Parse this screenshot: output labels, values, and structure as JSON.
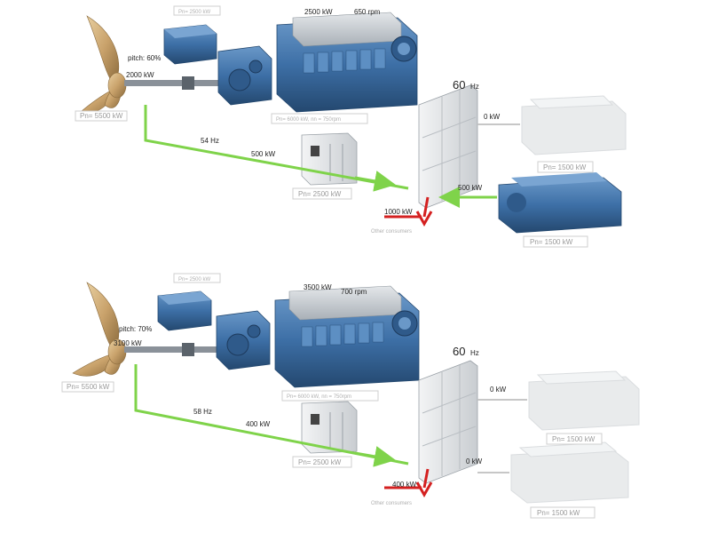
{
  "colors": {
    "engine_blue": "#3d6fa6",
    "engine_blue_dark": "#24486f",
    "engine_grey": "#b8bfc6",
    "propeller_bronze": "#c9a26b",
    "power_line_green": "#7fd34a",
    "consumer_arrow_red": "#d42020",
    "panel_grey": "#e8eaec",
    "ghost_grey": "#cfd3d6",
    "label_box_text": "#9a9a9a"
  },
  "top": {
    "propeller_rating": "Pn= 5500 kW",
    "pitch": "pitch: 60%",
    "shaft_power": "2000 kW",
    "shaft_generator_rating": "Pn= 2500 kW",
    "engine_power": "2500 kW",
    "engine_speed": "650 rpm",
    "engine_rating": "Pn= 6000 kW, nn = 750rpm",
    "frequency_line": "54 Hz",
    "converter_power": "500 kW",
    "converter_rating": "Pn= 2500 kW",
    "bus_freq_value": "60",
    "bus_freq_unit": "Hz",
    "aux1_power": "0 kW",
    "aux1_rating": "Pn= 1500 kW",
    "aux2_power": "500 kW",
    "aux2_rating": "Pn= 1500 kW",
    "consumers_power": "1000 kW",
    "consumers_label": "Other consumers"
  },
  "bottom": {
    "propeller_rating": "Pn= 5500 kW",
    "pitch": "pitch: 70%",
    "shaft_power": "3100 kW",
    "shaft_generator_rating": "Pn= 2500 kW",
    "engine_power": "3500 kW",
    "engine_speed": "700 rpm",
    "engine_rating": "Pn= 6000 kW, nn = 750rpm",
    "frequency_line": "58 Hz",
    "converter_power": "400 kW",
    "converter_rating": "Pn= 2500 kW",
    "bus_freq_value": "60",
    "bus_freq_unit": "Hz",
    "aux1_power": "0 kW",
    "aux1_rating": "Pn= 1500 kW",
    "aux2_power": "0 kW",
    "aux2_rating": "Pn= 1500 kW",
    "consumers_power": "400 kW",
    "consumers_label": "Other consumers"
  }
}
